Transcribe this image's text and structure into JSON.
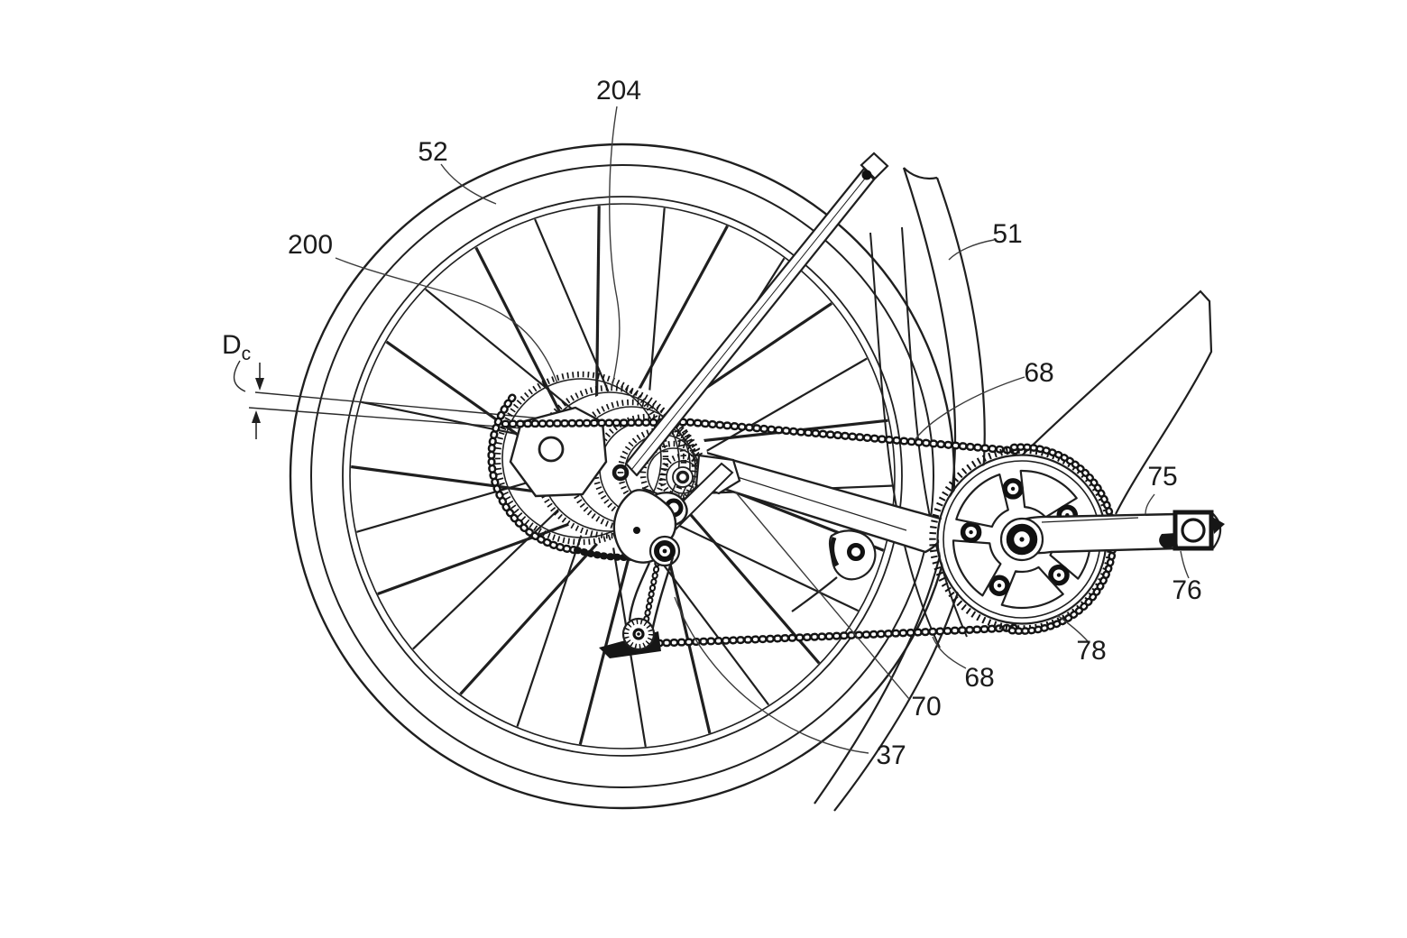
{
  "figure": {
    "kind": "patent-line-drawing",
    "subject": "bicycle rear wheel, cassette, rear derailleur, chain and crankset",
    "background_color": "#ffffff",
    "line_color": "#1f1f1f",
    "leader_color": "#3d3d3d"
  },
  "labels": {
    "cassette_top": "204",
    "wheel_rim": "52",
    "large_sprocket": "200",
    "chain_drop_symbol": "D",
    "chain_drop_subscript": "c",
    "frame_tube": "51",
    "chain_upper": "68",
    "crank_arm": "75",
    "pedal_axle": "76",
    "chainring": "78",
    "chain_lower": "68",
    "chainstay": "70",
    "rear_derailleur": "37"
  }
}
